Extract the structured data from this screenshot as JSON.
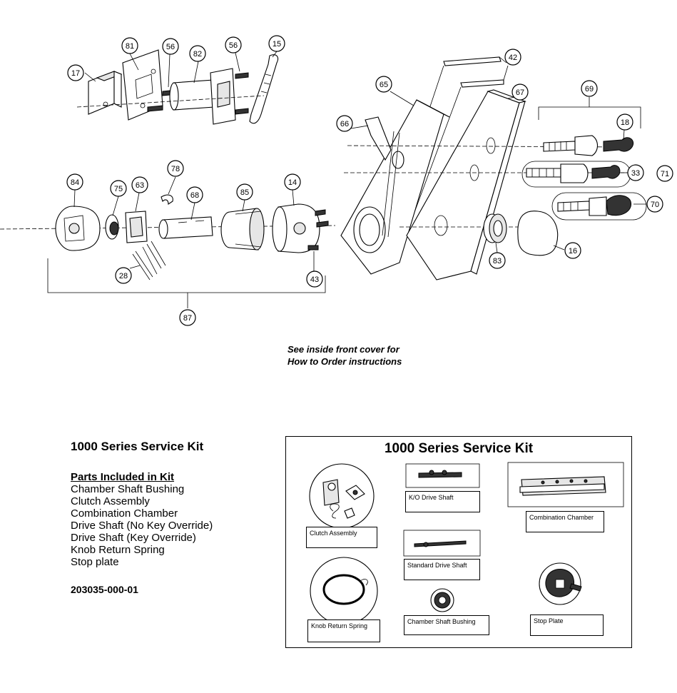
{
  "diagram": {
    "callouts": [
      "17",
      "81",
      "56",
      "82",
      "56",
      "15",
      "65",
      "42",
      "67",
      "69",
      "66",
      "18",
      "71",
      "33",
      "70",
      "84",
      "75",
      "63",
      "78",
      "68",
      "85",
      "14",
      "28",
      "43",
      "87",
      "83",
      "16"
    ]
  },
  "note": {
    "line1": "See inside front cover for",
    "line2": "How to Order instructions"
  },
  "kit": {
    "title": "1000 Series Service Kit",
    "parts_heading": "Parts Included in Kit",
    "parts": [
      "Chamber Shaft Bushing",
      "Clutch Assembly",
      "Combination Chamber",
      "Drive Shaft (No Key Override)",
      "Drive Shaft (Key Override)",
      "Knob Return Spring",
      "Stop plate"
    ],
    "part_number": "203035-000-01"
  },
  "kit_box": {
    "title": "1000 Series Service Kit",
    "labels": {
      "clutch": "Clutch Assembly",
      "ko_shaft": "K/O Drive Shaft",
      "chamber": "Combination Chamber",
      "standard_shaft": "Standard Drive Shaft",
      "bushing": "Chamber Shaft Bushing",
      "spring": "Knob Return Spring",
      "stop_plate": "Stop Plate"
    }
  }
}
